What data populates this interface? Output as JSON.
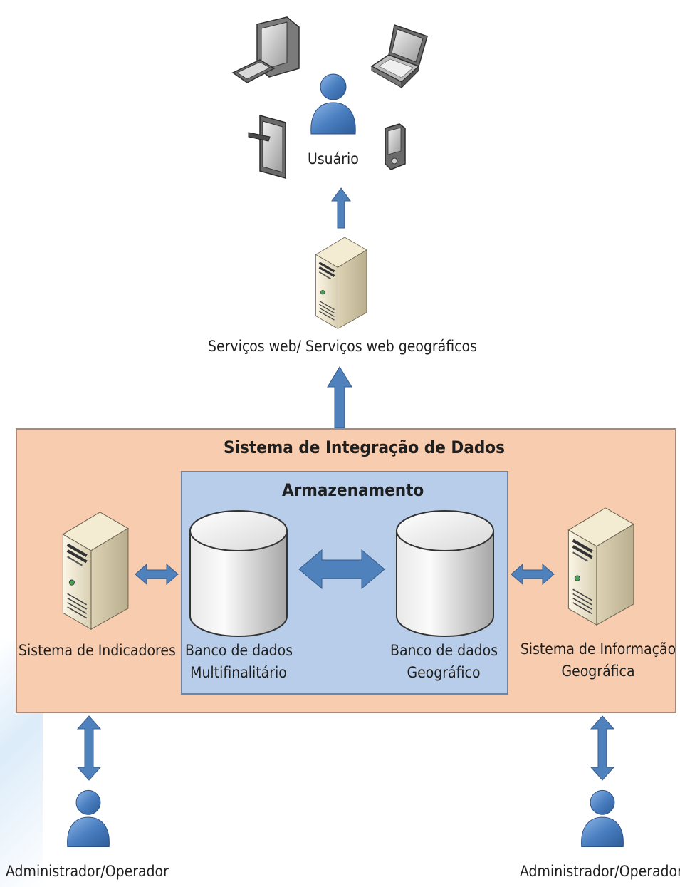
{
  "user": {
    "label": "Usuário"
  },
  "web_services": {
    "label": "Serviços web/ Serviços web geográficos"
  },
  "integration": {
    "title": "Sistema de Integração de Dados"
  },
  "storage": {
    "title": "Armazenamento"
  },
  "indicators": {
    "label": "Sistema de Indicadores"
  },
  "db_multi": {
    "line1": "Banco de dados",
    "line2": "Multifinalitário"
  },
  "db_geo": {
    "line1": "Banco de dados",
    "line2": "Geográfico"
  },
  "gis": {
    "line1": "Sistema de Informação",
    "line2": "Geográfica"
  },
  "admin_left": {
    "label": "Administrador/Operador"
  },
  "admin_right": {
    "label": "Administrador/Operador"
  },
  "colors": {
    "arrow": "#4f81bd",
    "integration_bg": "#f8ccaf",
    "storage_bg": "#b8cde9",
    "person": "#4a7fc1"
  },
  "icons": [
    "desktop-computer-icon",
    "laptop-icon",
    "tablet-icon",
    "smartphone-icon",
    "user-icon",
    "server-icon",
    "database-icon"
  ]
}
